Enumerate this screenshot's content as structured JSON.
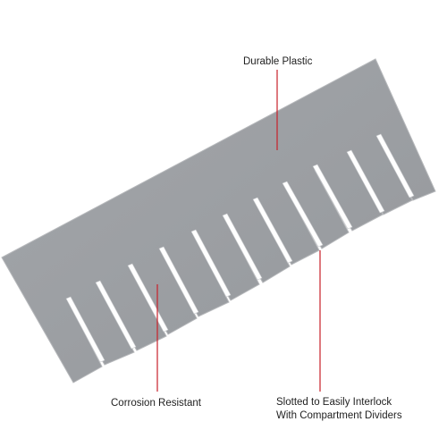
{
  "callouts": {
    "durable": "Durable Plastic",
    "corrosion": "Corrosion Resistant",
    "slotted_line1": "Slotted to Easily Interlock",
    "slotted_line2": "With Compartment Dividers"
  },
  "colors": {
    "divider_fill": "#9c9fa3",
    "divider_edge": "#b6b8bb",
    "slot": "#ffffff",
    "leader_line": "#c8202a",
    "background": "#ffffff"
  }
}
